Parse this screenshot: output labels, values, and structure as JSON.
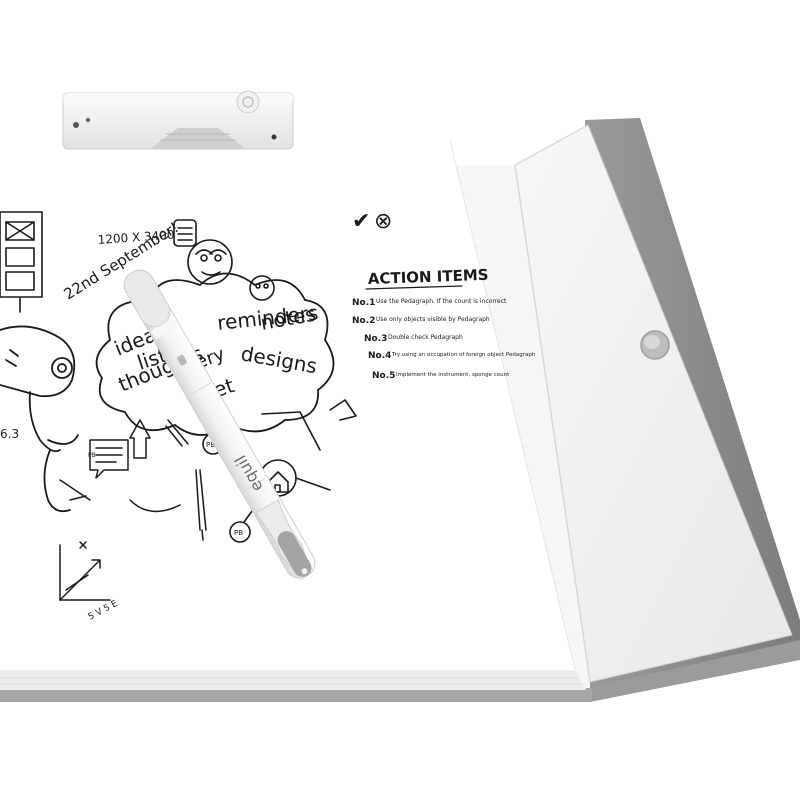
{
  "scene": {
    "description_free": true
  },
  "sketch": {
    "dimensions": "1200 X 3400",
    "date": "22nd September!",
    "cloud_words": [
      "ideas",
      "lists",
      "every",
      "thoughts",
      "sket",
      "reminders",
      "notes",
      "designs"
    ],
    "action_items": {
      "title": "ACTION ITEMS",
      "items": [
        {
          "label": "No.1",
          "text": "Use the Pedagraph. If the count is incorrect"
        },
        {
          "label": "No.2",
          "text": "Use only objects visible by Pedagraph"
        },
        {
          "label": "No.3",
          "text": "Double check Pedagraph"
        },
        {
          "label": "No.4",
          "text": "Try using an occupation of foreign object Pedagraph"
        },
        {
          "label": "No.5",
          "text": "Implement the instrument, sponge count"
        }
      ]
    },
    "marks": {
      "check": "✔",
      "cross": "⊗"
    },
    "bubbles": [
      "PB",
      "PB",
      "PB"
    ],
    "corner_label": "5 V 5 E"
  },
  "pen": {
    "brand": "equil"
  },
  "colors": {
    "paper": "#ffffff",
    "board": "#f4f4f2",
    "folio_fabric": "#8e8e8e",
    "folio_inner": "#f1f1f1",
    "pen_tip": "#9a9a9a",
    "ink": "#1a1a1a"
  },
  "icons": [
    "receiver-device-icon",
    "power-button-icon",
    "magnet-clasp-icon",
    "checkmark-icon",
    "cross-circle-icon",
    "house-icon",
    "hairdryer-sketch-icon"
  ]
}
